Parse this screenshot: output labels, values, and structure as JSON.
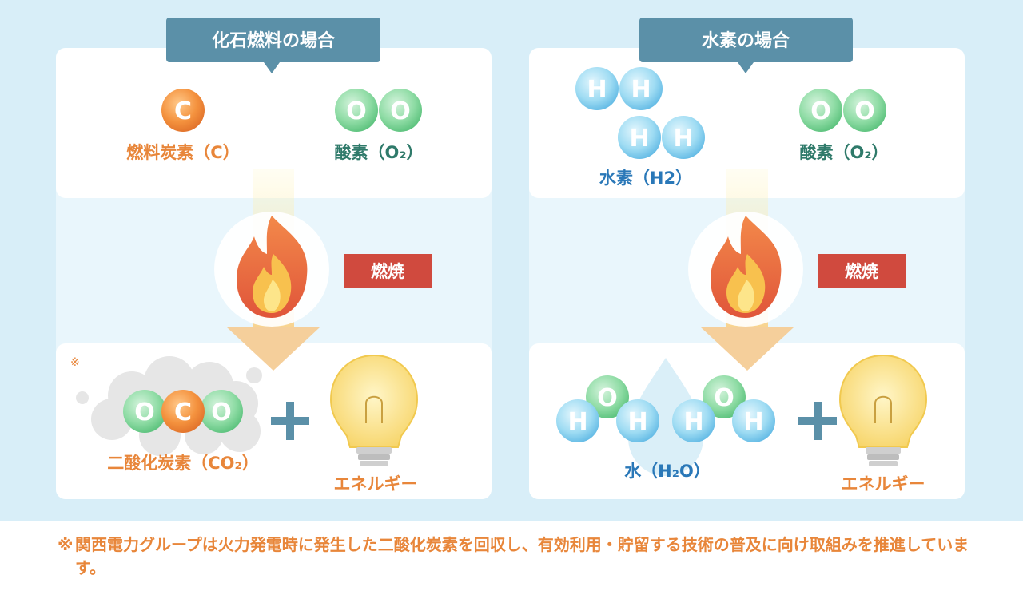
{
  "colors": {
    "page_bg": "#d8eef8",
    "panel_bg": "#e9f6fc",
    "card_bg": "#ffffff",
    "header_tab": "#5b90a8",
    "orange_text": "#e8863a",
    "green_text": "#2f7a6a",
    "blue_text": "#2a78b8",
    "burn_red": "#d04a3e",
    "plus": "#5b90a8",
    "arrow": "#f5cf9b"
  },
  "fossil": {
    "title": "化石燃料の場合",
    "carbon_atom": "C",
    "carbon_label": "燃料炭素（C）",
    "oxygen_atoms": [
      "O",
      "O"
    ],
    "oxygen_label": "酸素（O₂）",
    "burn_label": "燃焼",
    "asterisk": "※",
    "co2_atoms": [
      "O",
      "C",
      "O"
    ],
    "co2_label": "二酸化炭素（CO₂）",
    "energy_label": "エネルギー"
  },
  "hydrogen": {
    "title": "水素の場合",
    "hydrogen_atoms": [
      "H",
      "H",
      "H",
      "H"
    ],
    "hydrogen_label": "水素（H2）",
    "oxygen_atoms": [
      "O",
      "O"
    ],
    "oxygen_label": "酸素（O₂）",
    "burn_label": "燃焼",
    "water_atoms": [
      "H",
      "O",
      "H",
      "H",
      "O",
      "H"
    ],
    "water_label": "水（H₂O）",
    "energy_label": "エネルギー"
  },
  "footnote": {
    "mark": "※",
    "text": "関西電力グループは火力発電時に発生した二酸化炭素を回収し、有効利用・貯留する技術の普及に向け取組みを推進しています。"
  }
}
